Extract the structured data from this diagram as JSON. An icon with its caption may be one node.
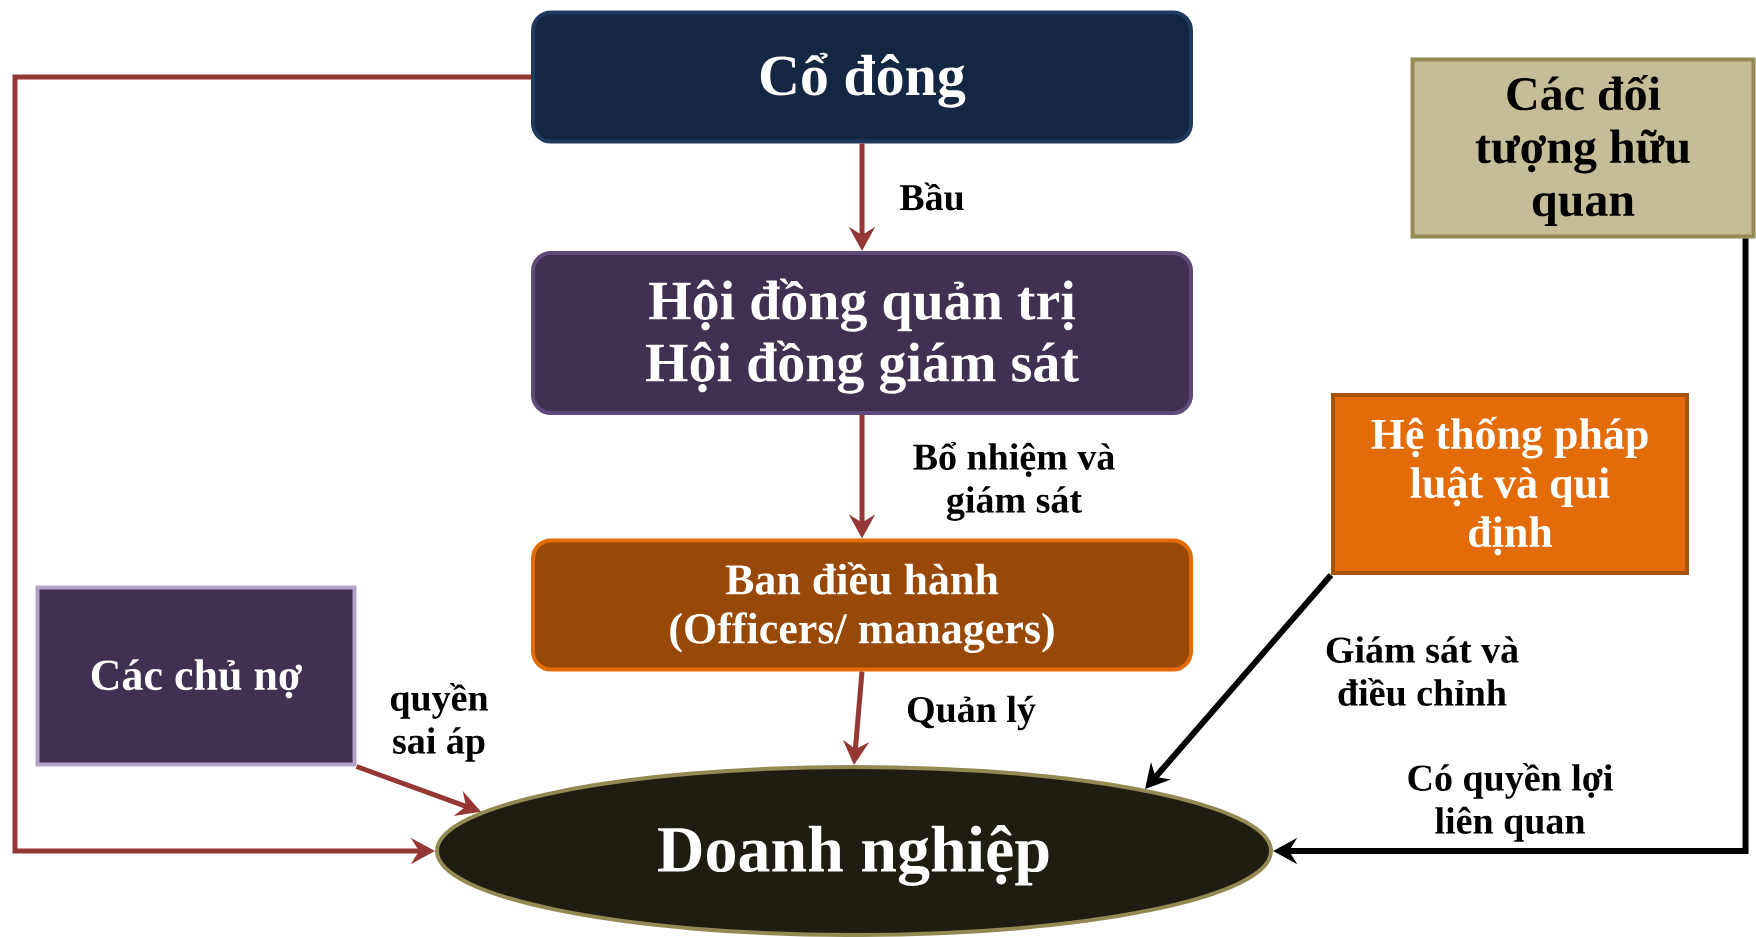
{
  "diagram": {
    "nodes": [
      {
        "text": [
          "Cổ đông"
        ]
      },
      {
        "text": [
          "Hội đồng quản trị",
          "Hội đồng giám sát"
        ]
      },
      {
        "text": [
          "Ban điều hành",
          "(Officers/ managers)"
        ]
      },
      {
        "text": [
          "Các chủ nợ"
        ]
      },
      {
        "text": [
          "Doanh nghiệp"
        ]
      },
      {
        "text": [
          "Các đối tượng hữu quan"
        ]
      },
      {
        "text": [
          "Hệ thống pháp luật và qui định"
        ]
      }
    ],
    "edges": [
      {
        "from": 0,
        "to": 1,
        "arrow": "to",
        "label": "Bầu"
      },
      {
        "from": 1,
        "to": 2,
        "arrow": "to",
        "label": "Bổ nhiệm và giám sát"
      },
      {
        "from": 2,
        "to": 4,
        "arrow": "to",
        "label": "Quản lý"
      },
      {
        "from": 3,
        "to": 4,
        "arrow": "to",
        "label": "quyền sai áp"
      },
      {
        "from": 0,
        "to": 4,
        "arrow": "to"
      },
      {
        "from": 6,
        "to": 4,
        "arrow": "to",
        "label": "Giám sát và điều chỉnh",
        "color": "#000000"
      },
      {
        "from": 5,
        "to": 4,
        "arrow": "to",
        "label": "Có quyền lợi liên quan",
        "color": "#000000"
      }
    ]
  }
}
